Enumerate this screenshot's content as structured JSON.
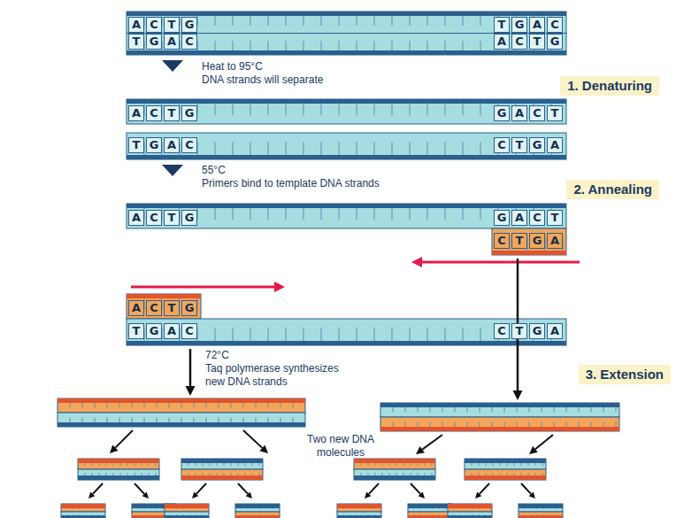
{
  "diagram": {
    "nodes": [
      {
        "text": [
          "1. Denaturing"
        ]
      },
      {
        "text": [
          "2. Annealing"
        ]
      },
      {
        "text": [
          "3. Extension"
        ]
      }
    ],
    "labels": [
      "Heat to 95°C",
      "DNA strands will separate",
      "55°C",
      "Primers bind to template DNA strands",
      "72°C",
      "Taq polymerase synthesizes new DNA strands",
      "Two new DNA molecules",
      "A",
      "C",
      "T",
      "G",
      "T",
      "G",
      "A",
      "C",
      "T",
      "G",
      "A",
      "C",
      "A",
      "C",
      "T",
      "G",
      "A",
      "C",
      "T",
      "G",
      "G",
      "A",
      "C",
      "T",
      "T",
      "G",
      "A",
      "C",
      "C",
      "T",
      "G",
      "A",
      "A",
      "C",
      "T",
      "G",
      "G",
      "A",
      "C",
      "T",
      "C",
      "T",
      "G",
      "A",
      "A",
      "C",
      "T",
      "G",
      "T",
      "G",
      "A",
      "C",
      "C",
      "T",
      "G",
      "A"
    ]
  }
}
